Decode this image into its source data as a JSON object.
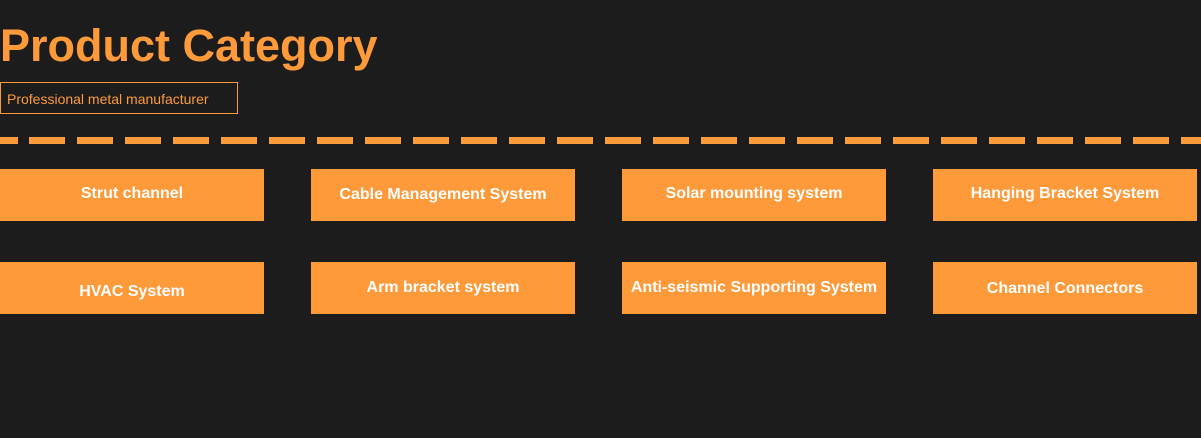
{
  "header": {
    "title": "Product Category",
    "subtitle": "Professional metal manufacturer"
  },
  "categories": [
    {
      "label": "Strut channel"
    },
    {
      "label": "Cable Management System"
    },
    {
      "label": "Solar mounting system"
    },
    {
      "label": "Hanging Bracket System"
    },
    {
      "label": "HVAC System"
    },
    {
      "label": "Arm bracket system"
    },
    {
      "label": "Anti-seismic Supporting System"
    },
    {
      "label": "Channel Connectors"
    }
  ],
  "colors": {
    "background": "#1c1c1c",
    "accent": "#ff9a3a",
    "button_text": "#ffffff"
  }
}
